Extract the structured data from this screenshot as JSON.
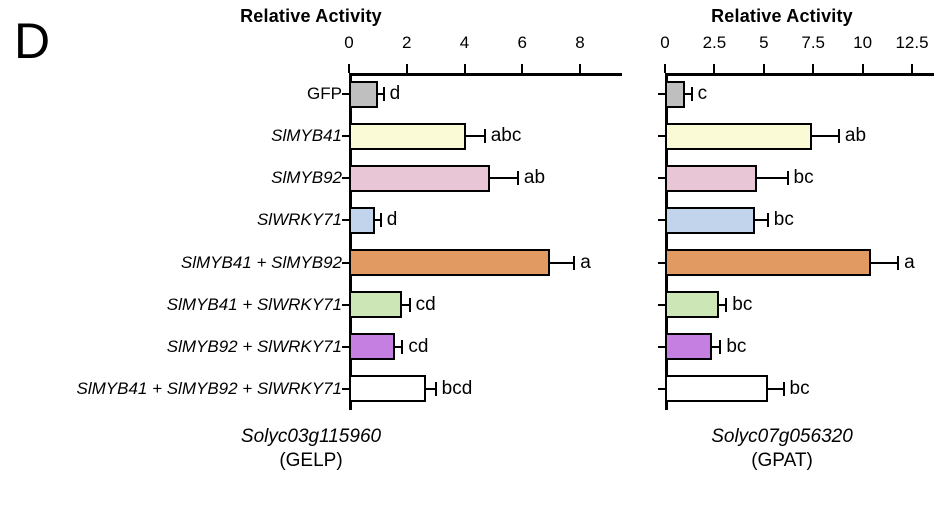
{
  "panel": {
    "letter": "D"
  },
  "chart_data": [
    {
      "type": "bar",
      "orientation": "horizontal",
      "title": "Relative Activity",
      "xlabel": "Relative Activity",
      "ylabel": "",
      "caption_gene": "Solyc03g115960",
      "caption_alias": "(GELP)",
      "xlim": [
        0,
        9
      ],
      "xticks": [
        0,
        2,
        4,
        6,
        8
      ],
      "xticklabels": [
        "0",
        "2",
        "4",
        "6",
        "8"
      ],
      "grid": false,
      "legend": "none",
      "categories": [
        "GFP",
        "SlMYB41",
        "SlMYB92",
        "SlWRKY71",
        "SlMYB41 + SlMYB92",
        "SlMYB41 + SlWRKY71",
        "SlMYB92 + SlWRKY71",
        "SlMYB41 + SlMYB92 + SlWRKY71"
      ],
      "values": [
        1.0,
        4.05,
        4.9,
        0.9,
        6.95,
        1.85,
        1.6,
        2.65
      ],
      "errors": [
        0.2,
        0.65,
        0.95,
        0.2,
        0.85,
        0.25,
        0.25,
        0.35
      ],
      "significance": [
        "d",
        "abc",
        "ab",
        "d",
        "a",
        "cd",
        "cd",
        "bcd"
      ],
      "colors": [
        "#bfbfbf",
        "#fafad7",
        "#e8c6d5",
        "#c2d4ec",
        "#e19a62",
        "#cce6b6",
        "#c47fe0",
        "#ffffff"
      ]
    },
    {
      "type": "bar",
      "orientation": "horizontal",
      "title": "Relative Activity",
      "xlabel": "Relative Activity",
      "ylabel": "",
      "caption_gene": "Solyc07g056320",
      "caption_alias": "(GPAT)",
      "xlim": [
        0,
        14
      ],
      "xticks": [
        0,
        2.5,
        5,
        7.5,
        10,
        12.5
      ],
      "xticklabels": [
        "0",
        "2.5",
        "5",
        "7.5",
        "10",
        "12.5"
      ],
      "grid": false,
      "legend": "none",
      "categories": [
        "GFP",
        "SlMYB41",
        "SlMYB92",
        "SlWRKY71",
        "SlMYB41 + SlMYB92",
        "SlMYB41 + SlWRKY71",
        "SlMYB92 + SlWRKY71",
        "SlMYB41 + SlMYB92 + SlWRKY71"
      ],
      "values": [
        1.0,
        7.45,
        4.65,
        4.55,
        10.4,
        2.75,
        2.4,
        5.2
      ],
      "errors": [
        0.35,
        1.35,
        1.55,
        0.65,
        1.4,
        0.35,
        0.4,
        0.8
      ],
      "significance": [
        "c",
        "ab",
        "bc",
        "bc",
        "a",
        "bc",
        "bc",
        "bc"
      ],
      "colors": [
        "#bfbfbf",
        "#fafad7",
        "#e8c6d5",
        "#c2d4ec",
        "#e19a62",
        "#cce6b6",
        "#c47fe0",
        "#ffffff"
      ]
    }
  ],
  "axis_labels": [
    {
      "text": "GFP",
      "italic": false
    },
    {
      "text": "SlMYB41",
      "italic": true
    },
    {
      "text": "SlMYB92",
      "italic": true
    },
    {
      "text": "SlWRKY71",
      "italic": true
    },
    {
      "text": "SlMYB41 + SlMYB92",
      "italic": true
    },
    {
      "text": "SlMYB41 + SlWRKY71",
      "italic": true
    },
    {
      "text": "SlMYB92 + SlWRKY71",
      "italic": true
    },
    {
      "text": "SlMYB41 + SlMYB92 + SlWRKY71",
      "italic": true
    }
  ],
  "colors": {
    "axis": "#000000",
    "background": "#ffffff",
    "bar_gfp": "#bfbfbf",
    "bar_myb41": "#fafad7",
    "bar_myb92": "#e8c6d5",
    "bar_wrky71": "#c2d4ec",
    "bar_myb41_myb92": "#e19a62",
    "bar_myb41_wrky71": "#cce6b6",
    "bar_myb92_wrky71": "#c47fe0",
    "bar_triple": "#ffffff"
  }
}
